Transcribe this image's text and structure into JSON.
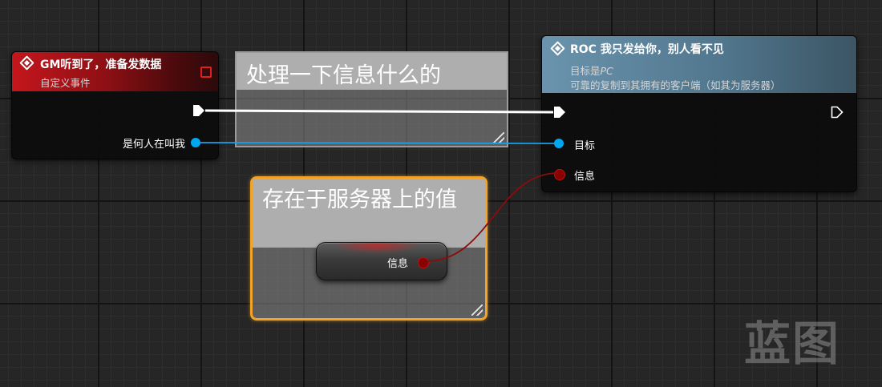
{
  "event_node": {
    "title": "GM听到了，准备发数据",
    "subtitle": "自定义事件",
    "output_pin": "是何人在叫我"
  },
  "comment_1": {
    "text": "处理一下信息什么的"
  },
  "comment_2": {
    "text": "存在于服务器上的值"
  },
  "roc_node": {
    "title": "ROC 我只发给你，别人看不见",
    "target_prefix": "目标是",
    "target_value": "PC",
    "replication": "可靠的复制到其拥有的客户端（如其为服务器）",
    "pin_target": "目标",
    "pin_info": "信息"
  },
  "variable_node": {
    "label": "信息"
  },
  "watermark": {
    "text": "蓝图"
  },
  "colors": {
    "event_header": "#c4161c",
    "function_header": "#6a93ad",
    "object_pin": "#00a8f0",
    "struct_pin": "#8b0000",
    "exec_wire": "#ffffff",
    "comment_selected": "#f3a326"
  }
}
